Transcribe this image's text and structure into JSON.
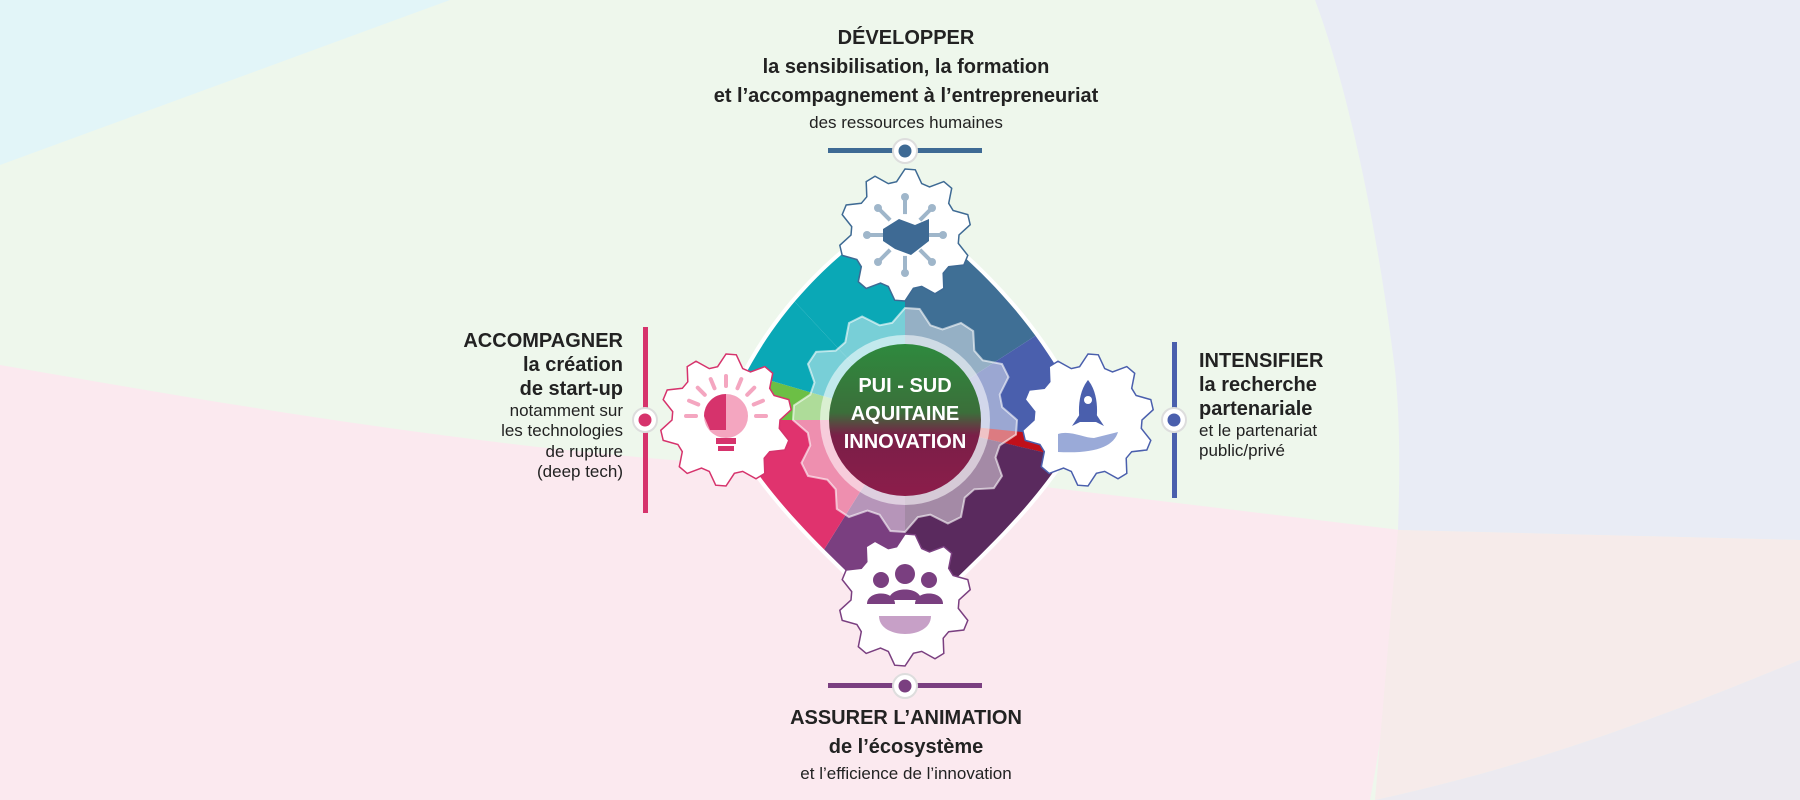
{
  "center": {
    "lines": [
      "PUI - SUD",
      "AQUITAINE",
      "INNOVATION"
    ]
  },
  "top": {
    "headline": "DÉVELOPPER",
    "line2": "la sensibilisation, la formation",
    "line3": "et l’accompagnement à l’entrepreneuriat",
    "detail": "des ressources humaines",
    "icon": "handshake-icon",
    "color": "#3e6a94"
  },
  "left": {
    "headline": "ACCOMPAGNER",
    "line2": "la création",
    "line3": "de start-up",
    "detail1": "notamment sur",
    "detail2": "les technologies",
    "detail3": "de rupture",
    "detail4": "(deep tech)",
    "icon": "lightbulb-puzzle-icon",
    "color": "#d6336c"
  },
  "right": {
    "headline": "INTENSIFIER",
    "line2": "la recherche",
    "line3": "partenariale",
    "detail1": "et le partenariat",
    "detail2": "public/privé",
    "icon": "rocket-hand-icon",
    "color": "#4a5fad"
  },
  "bottom": {
    "headline": "ASSURER L’ANIMATION",
    "line2": "de l’écosystème",
    "detail": "et l’efficience de l’innovation",
    "icon": "people-group-icon",
    "color": "#7a3f80"
  }
}
